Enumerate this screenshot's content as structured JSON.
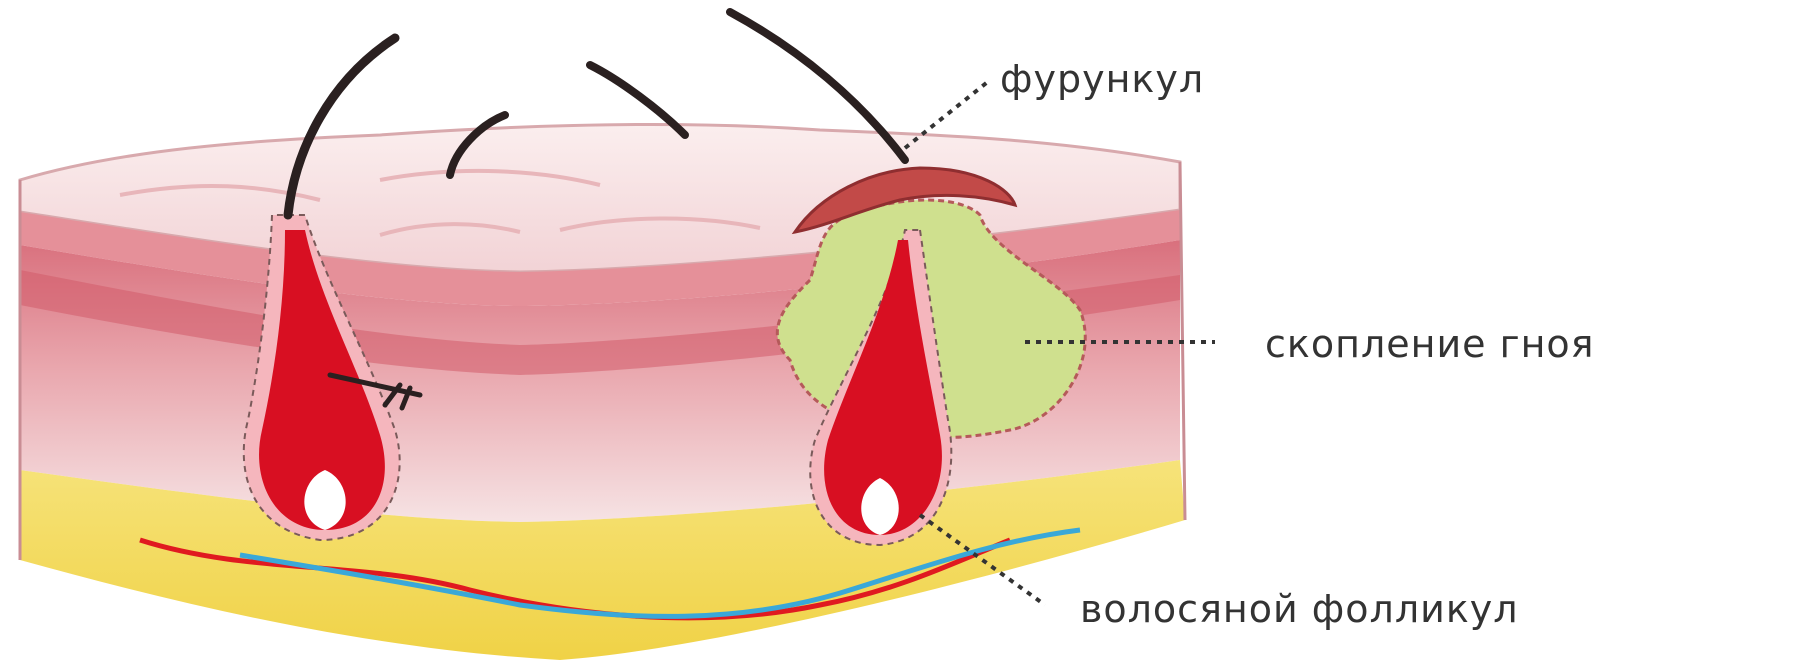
{
  "labels": {
    "furuncle": "фурункул",
    "pus": "скопление гноя",
    "follicle": "волосяной фолликул"
  },
  "colors": {
    "epidermis": "#f3c9cc",
    "dermis": "#d9828a",
    "subcutis": "#f5e06a",
    "bulb": "#d80f22",
    "pus": "#cde08a",
    "hair": "#2a2020",
    "artery": "#e01a20",
    "vein": "#3aa8d8"
  }
}
